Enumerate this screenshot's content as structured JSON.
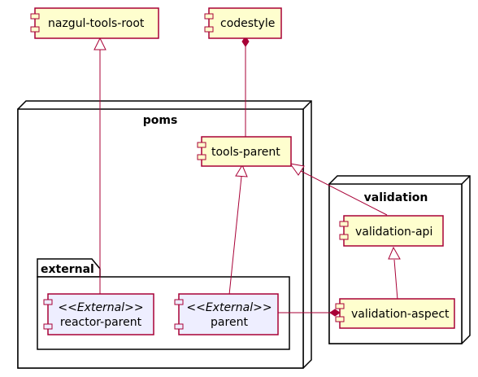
{
  "diagram": {
    "nodes": {
      "poms": {
        "title": "poms"
      },
      "validation": {
        "title": "validation"
      }
    },
    "packages": {
      "external": {
        "title": "external"
      }
    },
    "components": {
      "nazgul_tools_root": {
        "label": "nazgul-tools-root"
      },
      "codestyle": {
        "label": "codestyle"
      },
      "tools_parent": {
        "label": "tools-parent"
      },
      "validation_api": {
        "label": "validation-api"
      },
      "validation_aspect": {
        "label": "validation-aspect"
      },
      "reactor_parent": {
        "stereotype": "<<External>>",
        "label": "reactor-parent"
      },
      "parent": {
        "stereotype": "<<External>>",
        "label": "parent"
      }
    },
    "relations": [
      {
        "from": "codestyle",
        "to": "tools_parent",
        "type": "composition"
      },
      {
        "from": "reactor_parent",
        "to": "nazgul_tools_root",
        "type": "inheritance"
      },
      {
        "from": "parent",
        "to": "tools_parent",
        "type": "inheritance"
      },
      {
        "from": "validation_api",
        "to": "tools_parent",
        "type": "inheritance"
      },
      {
        "from": "validation_aspect",
        "to": "validation_api",
        "type": "inheritance"
      },
      {
        "from": "parent",
        "to": "validation_aspect",
        "type": "composition"
      }
    ],
    "colors": {
      "component_fill": "#FEFECE",
      "external_fill": "#EEEEFF",
      "border": "#A80036",
      "node_fill": "#FFFFFF",
      "node_border": "#000000"
    }
  }
}
